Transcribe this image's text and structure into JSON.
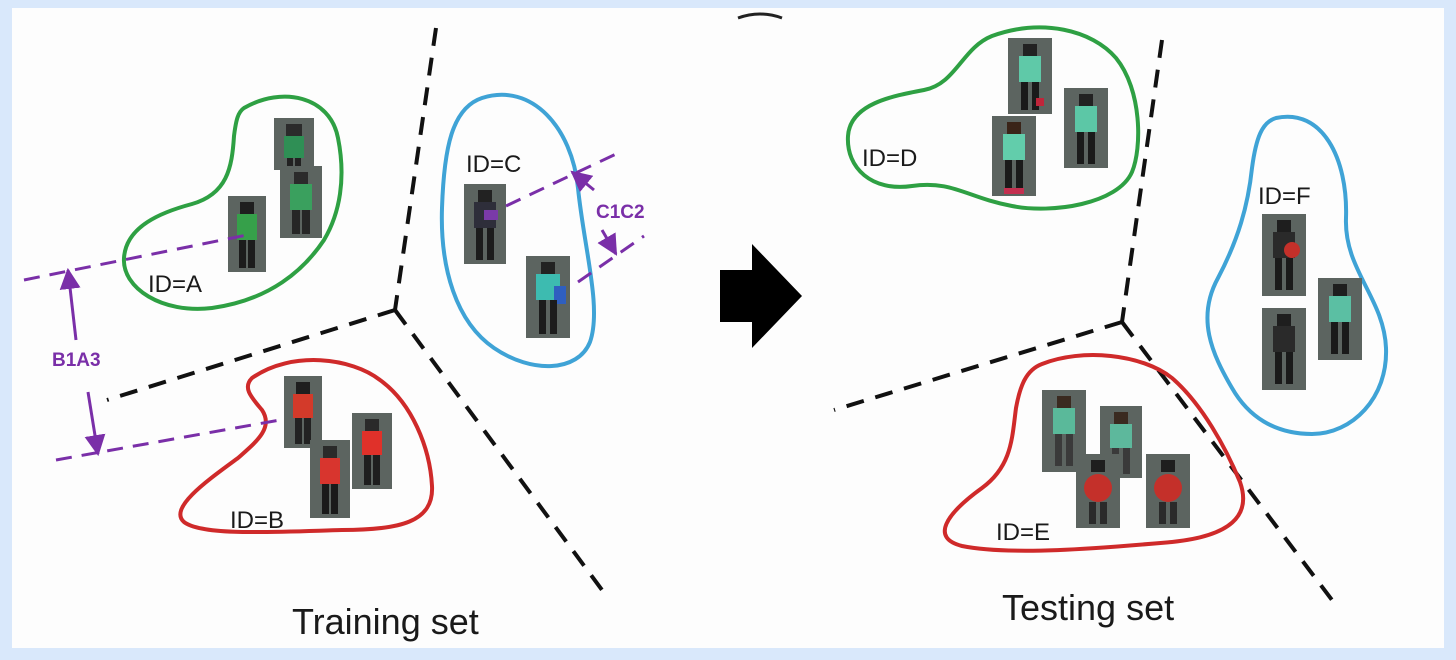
{
  "diagram": {
    "training": {
      "caption": "Training set",
      "clusters": [
        {
          "id_label": "ID=A",
          "color": "#2ea043"
        },
        {
          "id_label": "ID=B",
          "color": "#cf2a2a"
        },
        {
          "id_label": "ID=C",
          "color": "#3fa3d6"
        }
      ],
      "distances": [
        {
          "label": "B1A3"
        },
        {
          "label": "C1C2"
        }
      ]
    },
    "testing": {
      "caption": "Testing set",
      "clusters": [
        {
          "id_label": "ID=D",
          "color": "#2ea043"
        },
        {
          "id_label": "ID=E",
          "color": "#cf2a2a"
        },
        {
          "id_label": "ID=F",
          "color": "#3fa3d6"
        }
      ]
    },
    "arrow_icon": "right-arrow-icon",
    "colors": {
      "distance": "#7a2fa8",
      "boundary": "#111111",
      "background": "#d9e8fb"
    }
  }
}
